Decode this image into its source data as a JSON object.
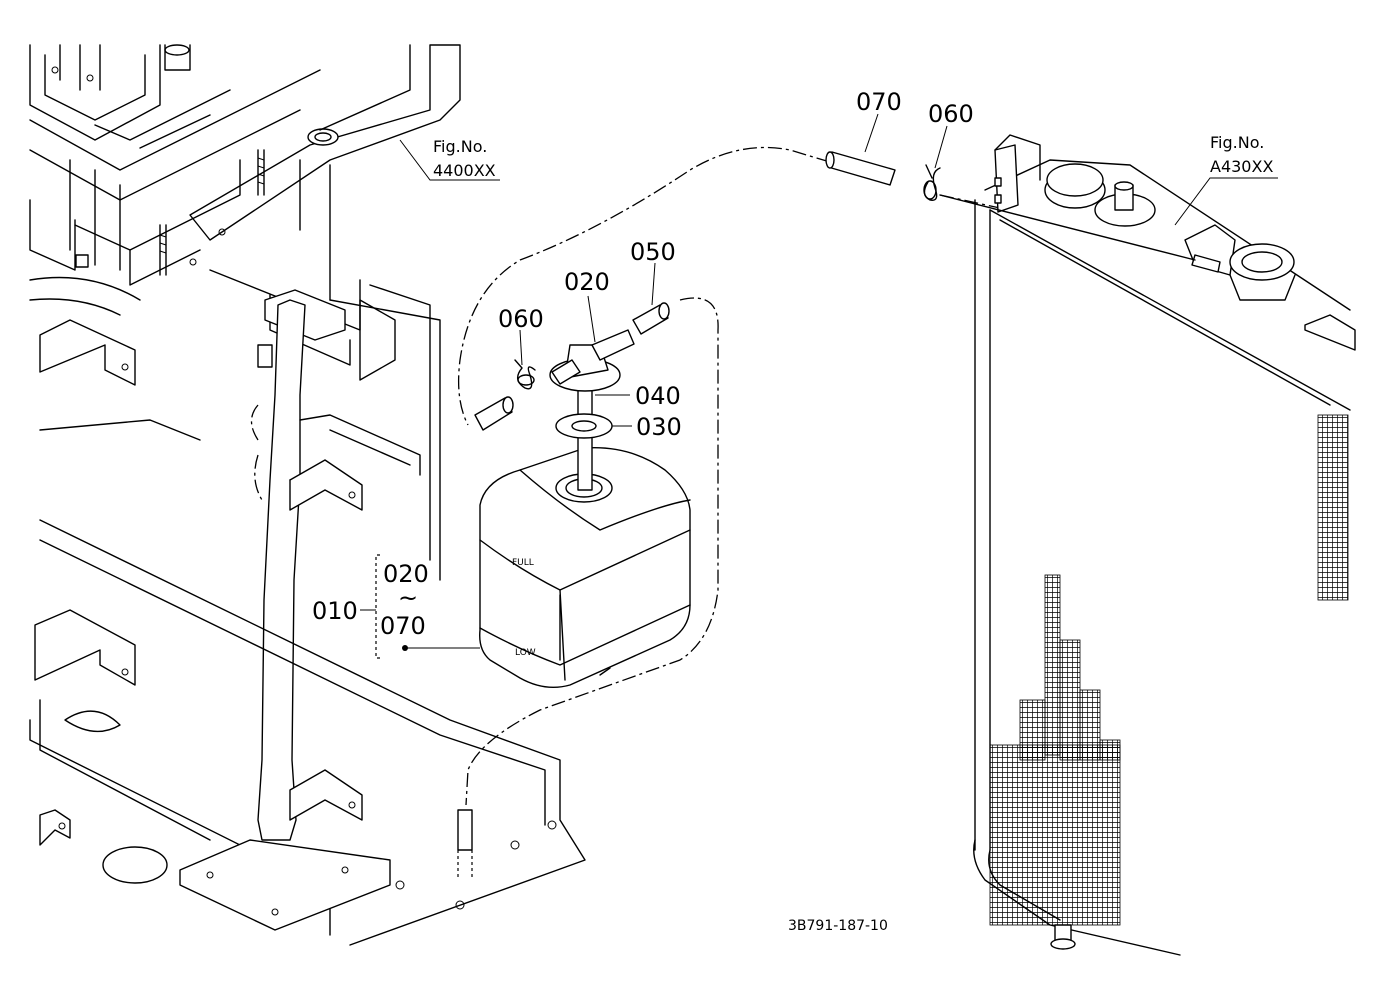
{
  "diagram": {
    "drawing_code": "3B791-187-10",
    "figure_refs": [
      {
        "prefix": "Fig.No.",
        "number": "4400XX"
      },
      {
        "prefix": "Fig.No.",
        "number": "A430XX"
      }
    ],
    "parts": {
      "p010": "010",
      "p020": "020",
      "p030": "030",
      "p040": "040",
      "p050": "050",
      "p060a": "060",
      "p060b": "060",
      "p070": "070"
    },
    "kit_range": {
      "from": "020",
      "sep": "~",
      "to": "070"
    },
    "tank_marks": {
      "full": "FULL",
      "low": "LOW"
    }
  }
}
